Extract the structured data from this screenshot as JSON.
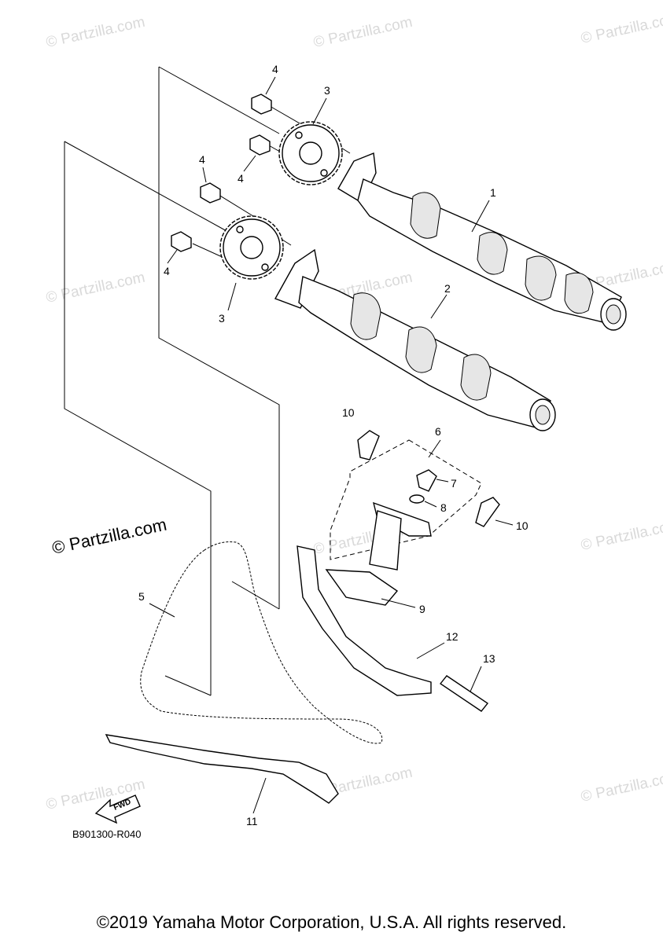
{
  "watermarks": {
    "small": "© Partzilla.com",
    "large": "© Partzilla.com"
  },
  "callouts": {
    "c1": "1",
    "c2": "2",
    "c3a": "3",
    "c3b": "3",
    "c4a": "4",
    "c4b": "4",
    "c4c": "4",
    "c4d": "4",
    "c5": "5",
    "c6": "6",
    "c7": "7",
    "c8": "8",
    "c9": "9",
    "c10a": "10",
    "c10b": "10",
    "c11": "11",
    "c12": "12",
    "c13": "13"
  },
  "fwd_label": "FWD",
  "diagram_code": "B901300-R040",
  "copyright": "©2019 Yamaha Motor Corporation, U.S.A. All rights reserved."
}
